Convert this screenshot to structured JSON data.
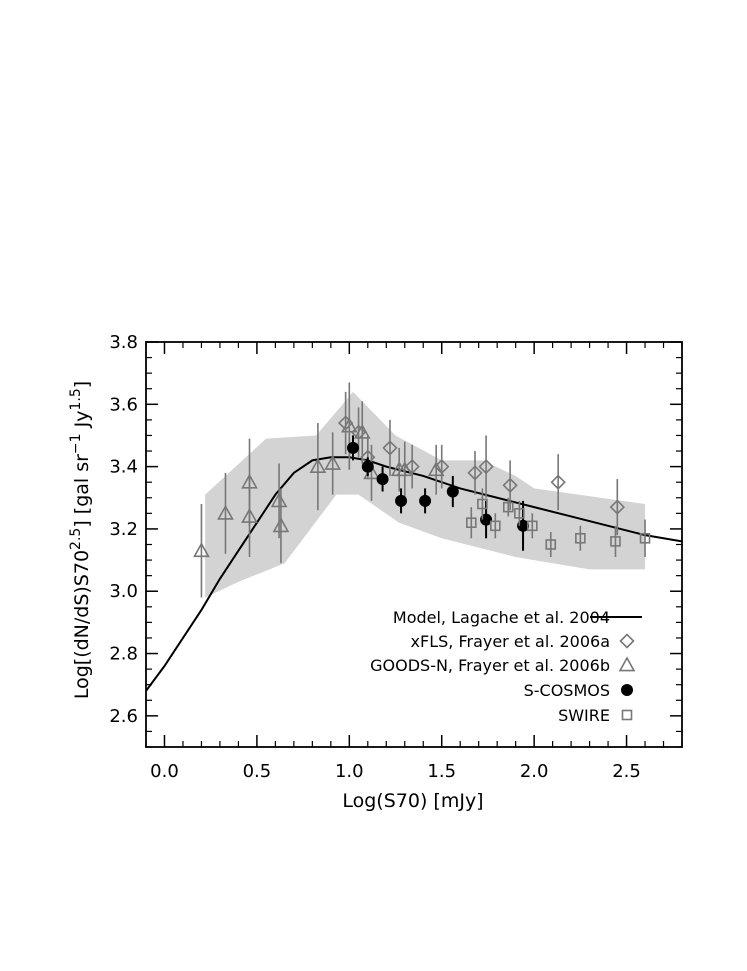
{
  "chart_data": {
    "type": "scatter",
    "xlabel": "Log(S70) [mJy]",
    "ylabel_main": "Log[(dN/dS)S70",
    "ylabel_exp1": "2.5",
    "ylabel_mid": "] [gal sr",
    "ylabel_exp2": "−1",
    "ylabel_jy": " Jy",
    "ylabel_exp3": "1.5",
    "ylabel_end": "]",
    "xlim": [
      -0.1,
      2.8
    ],
    "ylim": [
      2.5,
      3.8
    ],
    "x_ticks": [
      0.0,
      0.5,
      1.0,
      1.5,
      2.0,
      2.5
    ],
    "x_tick_labels": [
      "0.0",
      "0.5",
      "1.0",
      "1.5",
      "2.0",
      "2.5"
    ],
    "y_ticks": [
      2.6,
      2.8,
      3.0,
      3.2,
      3.4,
      3.6,
      3.8
    ],
    "y_tick_labels": [
      "2.6",
      "2.8",
      "3.0",
      "3.2",
      "3.4",
      "3.6",
      "3.8"
    ],
    "grid": false,
    "legend_position": "bottom-right",
    "colors": {
      "band": "#d3d3d3",
      "gray_marker": "#777777",
      "black": "#000000"
    },
    "uncertainty_band": {
      "upper": [
        [
          0.22,
          3.31
        ],
        [
          0.55,
          3.49
        ],
        [
          0.82,
          3.5
        ],
        [
          0.95,
          3.59
        ],
        [
          1.02,
          3.64
        ],
        [
          1.25,
          3.5
        ],
        [
          1.5,
          3.42
        ],
        [
          1.72,
          3.42
        ],
        [
          1.9,
          3.37
        ],
        [
          2.0,
          3.33
        ],
        [
          2.6,
          3.28
        ]
      ],
      "lower": [
        [
          2.6,
          3.07
        ],
        [
          2.3,
          3.07
        ],
        [
          2.1,
          3.09
        ],
        [
          1.9,
          3.11
        ],
        [
          1.7,
          3.14
        ],
        [
          1.5,
          3.17
        ],
        [
          1.27,
          3.22
        ],
        [
          1.05,
          3.31
        ],
        [
          0.93,
          3.31
        ],
        [
          0.65,
          3.09
        ],
        [
          0.4,
          3.03
        ],
        [
          0.22,
          2.98
        ]
      ]
    },
    "series": [
      {
        "name": "Model, Lagache et al. 2004",
        "marker": "line",
        "x": [
          -0.1,
          0.0,
          0.1,
          0.2,
          0.3,
          0.4,
          0.5,
          0.6,
          0.7,
          0.8,
          0.9,
          1.0,
          1.1,
          1.2,
          1.4,
          1.6,
          1.8,
          2.0,
          2.2,
          2.4,
          2.6,
          2.8
        ],
        "y": [
          2.68,
          2.76,
          2.85,
          2.94,
          3.04,
          3.13,
          3.22,
          3.31,
          3.38,
          3.42,
          3.43,
          3.43,
          3.42,
          3.4,
          3.37,
          3.33,
          3.3,
          3.27,
          3.24,
          3.21,
          3.18,
          3.16
        ]
      },
      {
        "name": "xFLS, Frayer et al. 2006a",
        "marker": "diamond",
        "points": [
          {
            "x": 0.98,
            "y": 3.54,
            "err": 0.1
          },
          {
            "x": 1.05,
            "y": 3.51,
            "err": 0.08
          },
          {
            "x": 1.1,
            "y": 3.43,
            "err": 0.07
          },
          {
            "x": 1.22,
            "y": 3.46,
            "err": 0.09
          },
          {
            "x": 1.34,
            "y": 3.4,
            "err": 0.07
          },
          {
            "x": 1.5,
            "y": 3.4,
            "err": 0.07
          },
          {
            "x": 1.68,
            "y": 3.38,
            "err": 0.07
          },
          {
            "x": 1.74,
            "y": 3.4,
            "err": 0.1
          },
          {
            "x": 1.87,
            "y": 3.34,
            "err": 0.08
          },
          {
            "x": 2.13,
            "y": 3.35,
            "err": 0.09
          },
          {
            "x": 2.45,
            "y": 3.27,
            "err": 0.09
          }
        ]
      },
      {
        "name": "GOODS-N, Frayer et al. 2006b",
        "marker": "triangle",
        "points": [
          {
            "x": 0.2,
            "y": 3.13,
            "err": 0.15
          },
          {
            "x": 0.33,
            "y": 3.25,
            "err": 0.13
          },
          {
            "x": 0.46,
            "y": 3.35,
            "err": 0.14
          },
          {
            "x": 0.46,
            "y": 3.24,
            "err": 0.13
          },
          {
            "x": 0.62,
            "y": 3.29,
            "err": 0.12
          },
          {
            "x": 0.63,
            "y": 3.21,
            "err": 0.12
          },
          {
            "x": 0.83,
            "y": 3.4,
            "err": 0.14
          },
          {
            "x": 0.91,
            "y": 3.41,
            "err": 0.1
          },
          {
            "x": 1.0,
            "y": 3.53,
            "err": 0.14
          },
          {
            "x": 1.07,
            "y": 3.51,
            "err": 0.1
          },
          {
            "x": 1.12,
            "y": 3.38,
            "err": 0.09
          },
          {
            "x": 1.27,
            "y": 3.39,
            "err": 0.07
          },
          {
            "x": 1.3,
            "y": 3.39,
            "err": 0.09
          },
          {
            "x": 1.47,
            "y": 3.39,
            "err": 0.08
          }
        ]
      },
      {
        "name": "S-COSMOS",
        "marker": "filled-circle",
        "points": [
          {
            "x": 1.02,
            "y": 3.46,
            "err": 0.04
          },
          {
            "x": 1.1,
            "y": 3.4,
            "err": 0.03
          },
          {
            "x": 1.18,
            "y": 3.36,
            "err": 0.04
          },
          {
            "x": 1.28,
            "y": 3.29,
            "err": 0.04
          },
          {
            "x": 1.41,
            "y": 3.29,
            "err": 0.04
          },
          {
            "x": 1.56,
            "y": 3.32,
            "err": 0.05
          },
          {
            "x": 1.74,
            "y": 3.23,
            "err": 0.06
          },
          {
            "x": 1.94,
            "y": 3.21,
            "err": 0.08
          }
        ]
      },
      {
        "name": "SWIRE",
        "marker": "square",
        "points": [
          {
            "x": 1.66,
            "y": 3.22,
            "err": 0.05
          },
          {
            "x": 1.72,
            "y": 3.28,
            "err": 0.05
          },
          {
            "x": 1.79,
            "y": 3.21,
            "err": 0.04
          },
          {
            "x": 1.86,
            "y": 3.27,
            "err": 0.03
          },
          {
            "x": 1.92,
            "y": 3.25,
            "err": 0.04
          },
          {
            "x": 1.99,
            "y": 3.21,
            "err": 0.04
          },
          {
            "x": 2.09,
            "y": 3.15,
            "err": 0.04
          },
          {
            "x": 2.25,
            "y": 3.17,
            "err": 0.04
          },
          {
            "x": 2.44,
            "y": 3.16,
            "err": 0.05
          },
          {
            "x": 2.6,
            "y": 3.17,
            "err": 0.06
          }
        ]
      }
    ]
  }
}
